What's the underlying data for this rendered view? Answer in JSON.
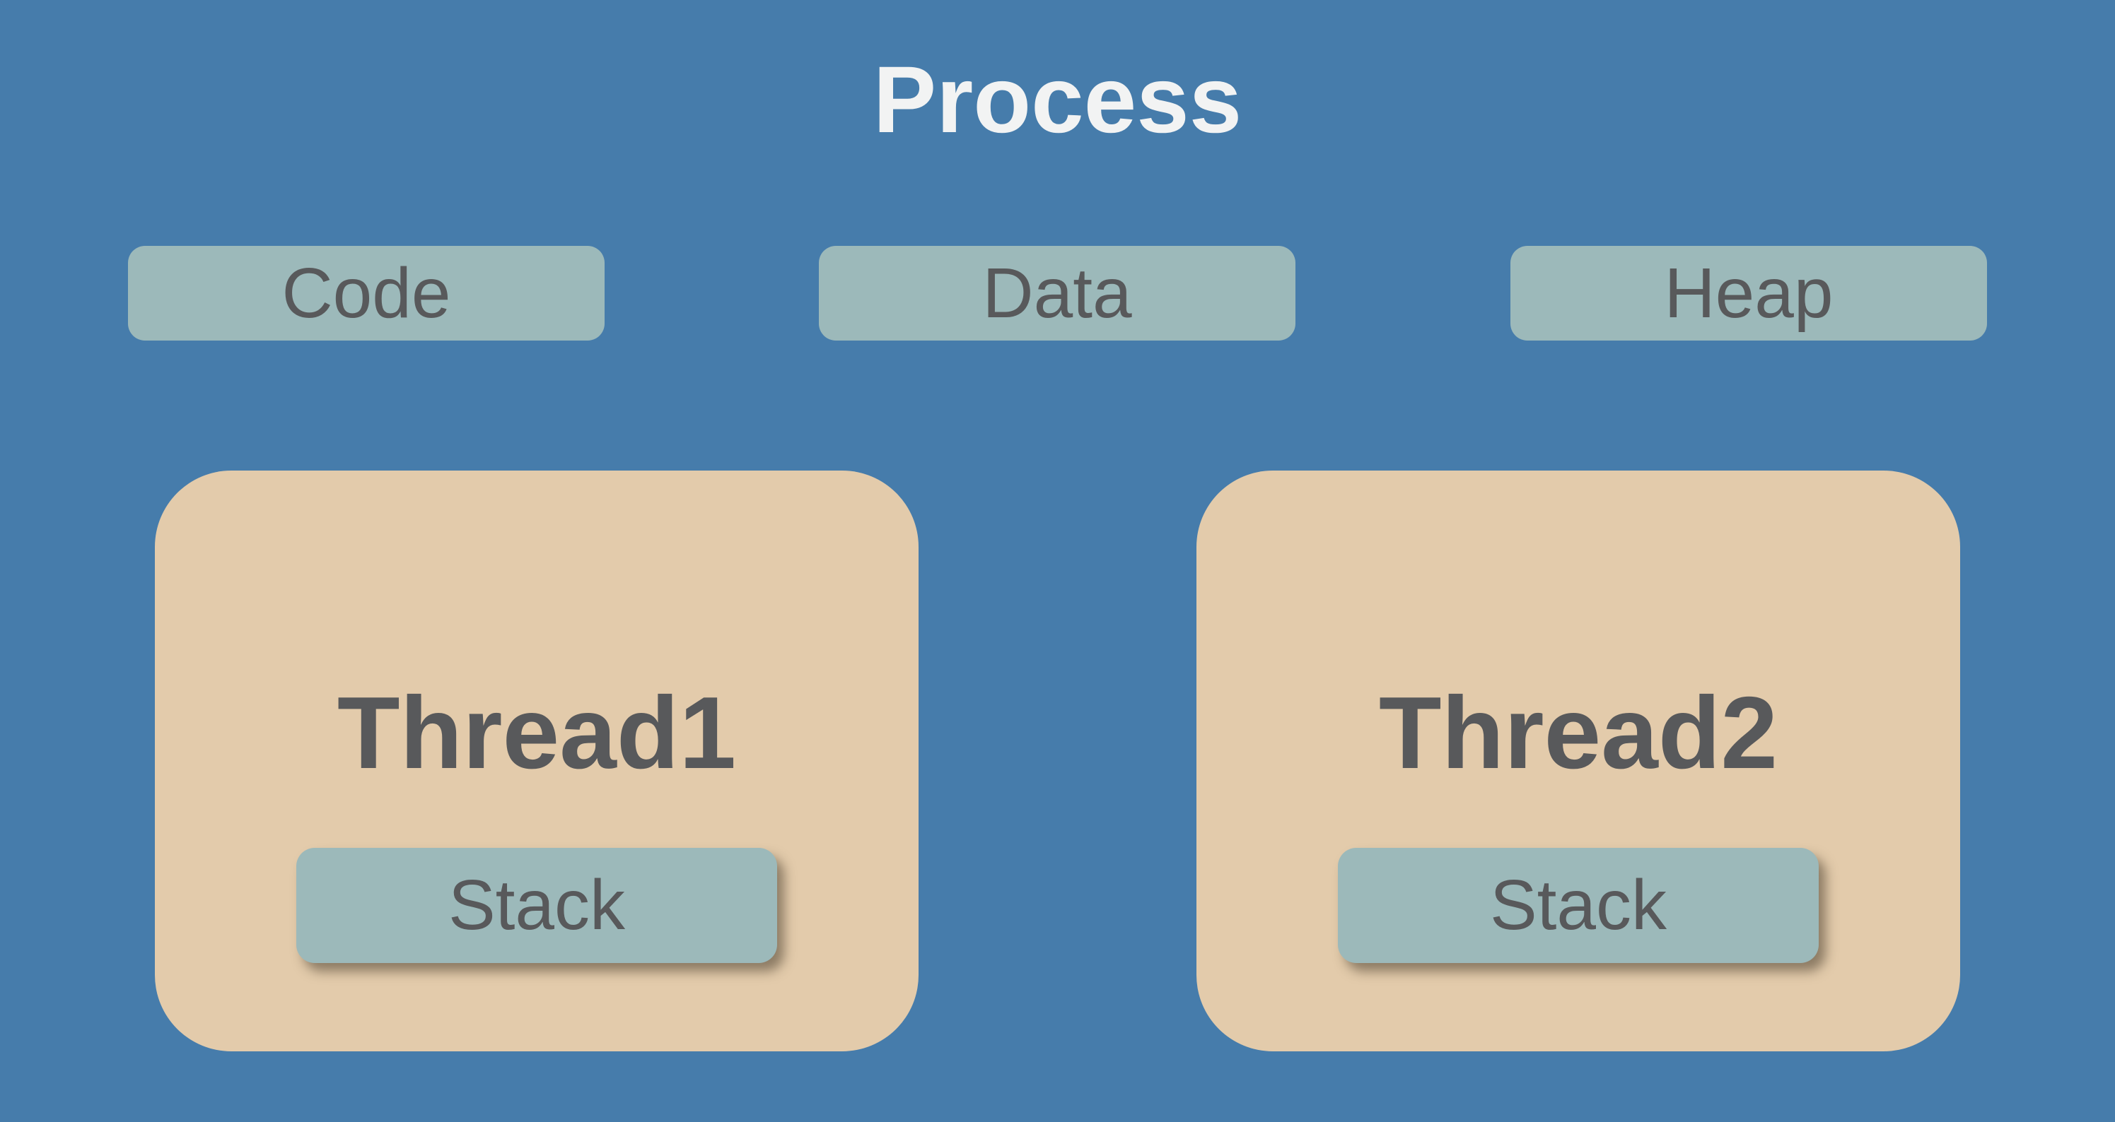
{
  "title": "Process",
  "colors": {
    "background": "#467CAB",
    "segment_fill": "#9CB9BA",
    "thread_fill": "#E3CBAB",
    "label_text": "#58595B",
    "title_text": "#F2F3F3"
  },
  "segments": [
    {
      "label": "Code"
    },
    {
      "label": "Data"
    },
    {
      "label": "Heap"
    }
  ],
  "threads": [
    {
      "label": "Thread1",
      "stack": {
        "label": "Stack"
      }
    },
    {
      "label": "Thread2",
      "stack": {
        "label": "Stack"
      }
    }
  ]
}
